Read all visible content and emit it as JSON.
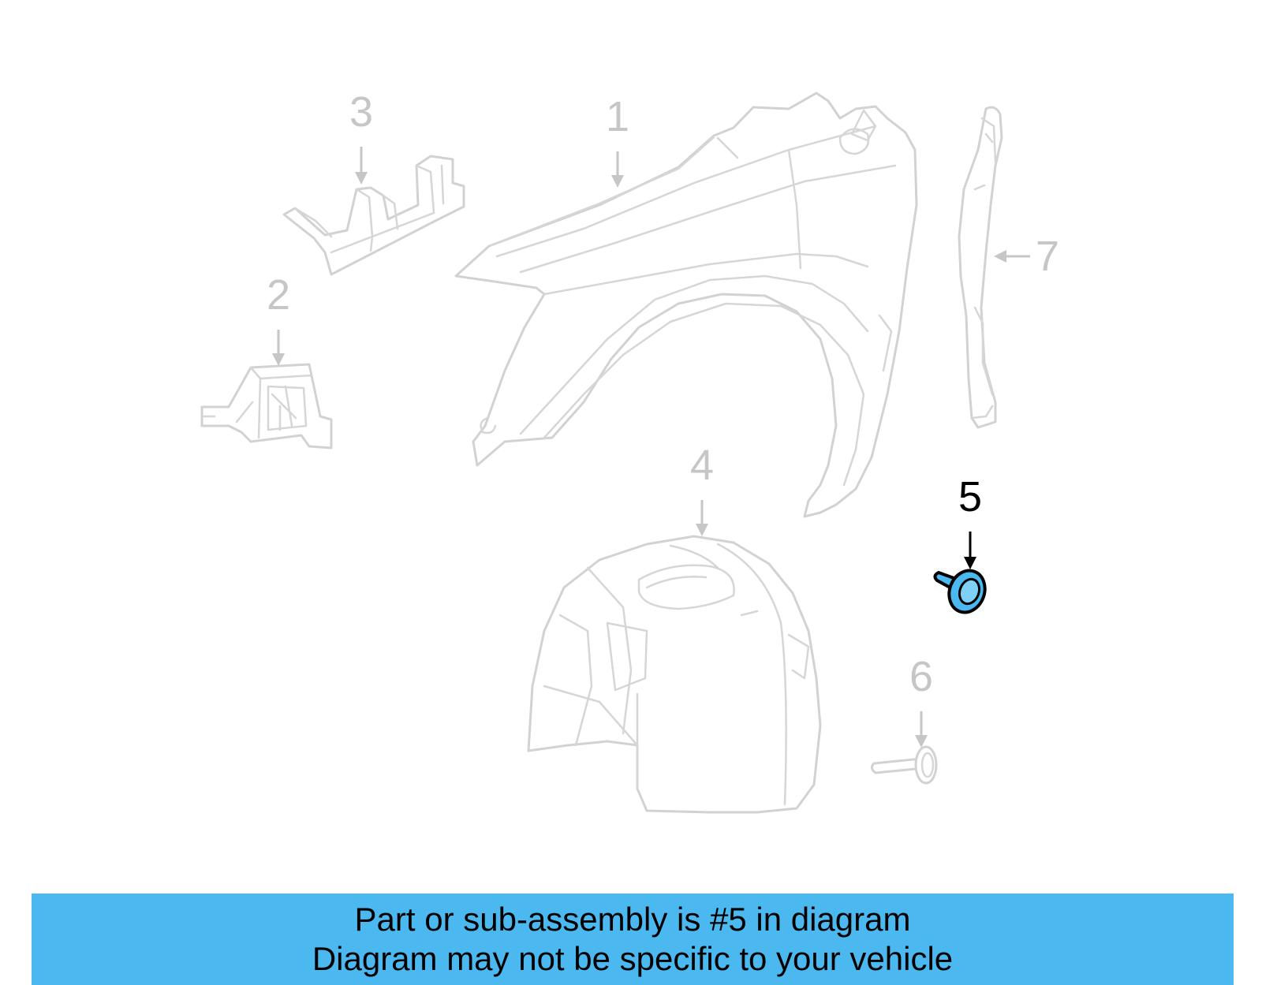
{
  "callouts": {
    "c1": "1",
    "c2": "2",
    "c3": "3",
    "c4": "4",
    "c5": "5",
    "c6": "6",
    "c7": "7"
  },
  "highlighted_part": "5",
  "banner": {
    "line1": "Part or sub-assembly is #5 in diagram",
    "line2": "Diagram may not be specific to your vehicle"
  },
  "colors": {
    "banner_bg": "#4cb8f0",
    "highlight_part": "#4cb8f0",
    "faded_line": "#d2d2d2",
    "faded_label": "#c6c6c6",
    "active_label": "#000000"
  }
}
